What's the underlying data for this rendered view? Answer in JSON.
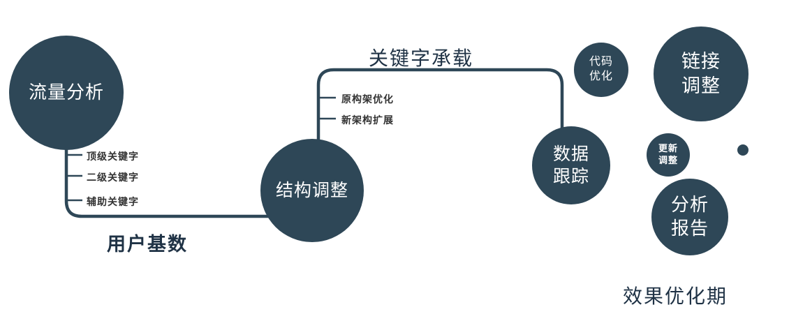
{
  "diagram": {
    "colors": {
      "primary": "#2e4757",
      "dark_text": "#1f3245",
      "branch_text": "#333333",
      "node_text": "#ffffff"
    },
    "nodes": [
      {
        "id": "traffic-analysis",
        "label": "流量分析"
      },
      {
        "id": "structure-adjustment",
        "label": "结构调整"
      },
      {
        "id": "data-tracking",
        "label": "数据\n跟踪"
      },
      {
        "id": "code-optimization",
        "label": "代码\n优化"
      },
      {
        "id": "link-adjustment",
        "label": "链接\n调整"
      },
      {
        "id": "update-adjustment",
        "label": "更新\n调整"
      },
      {
        "id": "analysis-report",
        "label": "分析\n报告"
      }
    ],
    "edge_labels": {
      "user_base": "用户基数",
      "keyword_carry": "关键字承载"
    },
    "branch_labels": {
      "traffic": [
        "顶级关键字",
        "二级关键字",
        "辅助关键字"
      ],
      "structure": [
        "原构架优化",
        "新架构扩展"
      ]
    },
    "footer": "效果优化期"
  }
}
